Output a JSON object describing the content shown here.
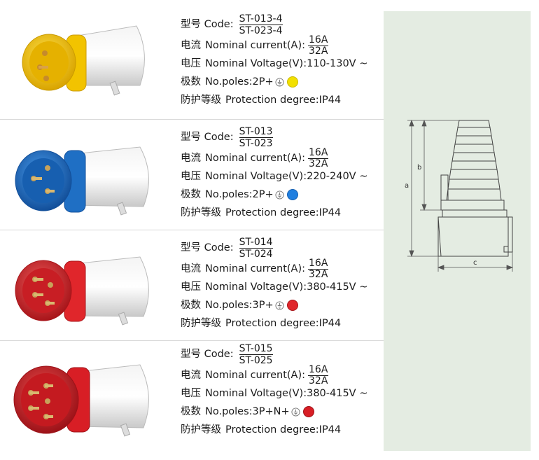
{
  "products": [
    {
      "code_label": "型号 Code:",
      "codes": [
        "ST-013-4",
        "ST-023-4"
      ],
      "current_label_cn": "电流",
      "current_label": "Nominal current(A):",
      "currents": [
        "16A",
        "32A"
      ],
      "voltage_label_cn": "电压",
      "voltage_label": "Nominal Voltage(V):110-130V ~",
      "poles_label_cn": "极数",
      "poles_label": "No.poles:2P+",
      "protection_cn": "防护等级",
      "protection": "Protection degree:IP44",
      "color": "#f2c300",
      "pins": 3
    },
    {
      "code_label": "型号 Code:",
      "codes": [
        "ST-013",
        "ST-023"
      ],
      "current_label_cn": "电流",
      "current_label": "Nominal current(A):",
      "currents": [
        "16A",
        "32A"
      ],
      "voltage_label_cn": "电压",
      "voltage_label": "Nominal Voltage(V):220-240V ~",
      "poles_label_cn": "极数",
      "poles_label": "No.poles:2P+",
      "protection_cn": "防护等级",
      "protection": "Protection degree:IP44",
      "color": "#1f6fc4",
      "pins": 3
    },
    {
      "code_label": "型号 Code:",
      "codes": [
        "ST-014",
        "ST-024"
      ],
      "current_label_cn": "电流",
      "current_label": "Nominal current(A):",
      "currents": [
        "16A",
        "32A"
      ],
      "voltage_label_cn": "电压",
      "voltage_label": "Nominal Voltage(V):380-415V ~",
      "poles_label_cn": "极数",
      "poles_label": "No.poles:3P+",
      "protection_cn": "防护等级",
      "protection": "Protection degree:IP44",
      "color": "#e0262b",
      "pins": 4
    },
    {
      "code_label": "型号 Code:",
      "codes": [
        "ST-015",
        "ST-025"
      ],
      "current_label_cn": "电流",
      "current_label": "Nominal current(A):",
      "currents": [
        "16A",
        "32A"
      ],
      "voltage_label_cn": "电压",
      "voltage_label": "Nominal Voltage(V):380-415V ~",
      "poles_label_cn": "极数",
      "poles_label": "No.poles:3P+N+",
      "protection_cn": "防护等级",
      "protection": "Protection degree:IP44",
      "color": "#d81e25",
      "pins": 5
    }
  ],
  "diagram": {
    "dim_a": "a",
    "dim_b": "b",
    "dim_c": "c"
  }
}
